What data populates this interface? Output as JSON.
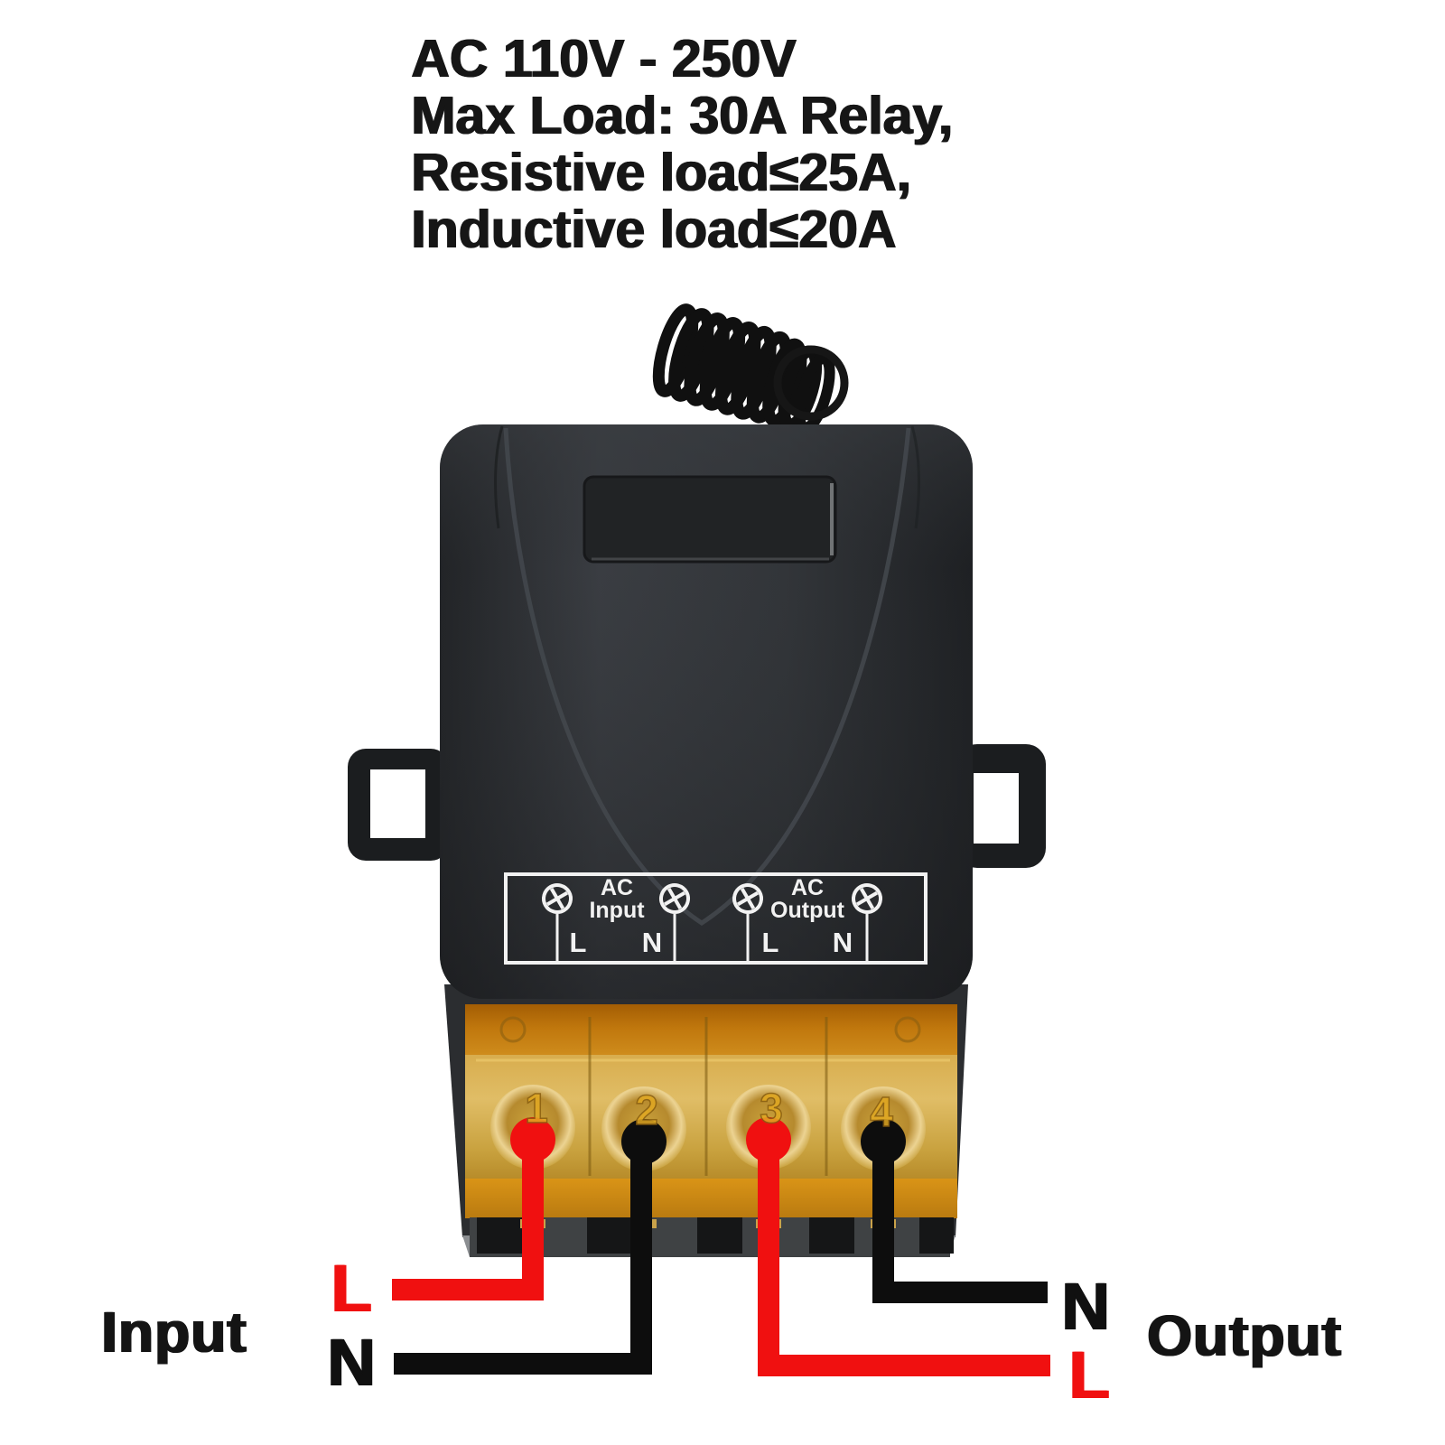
{
  "spec_text": {
    "lines": [
      "AC 110V - 250V",
      "Max Load: 30A Relay,",
      "Resistive load≤25A,",
      "Inductive load≤20A"
    ]
  },
  "device": {
    "panel": {
      "input": {
        "line1": "AC",
        "line2": "Input",
        "left_terminal": "L",
        "right_terminal": "N"
      },
      "output": {
        "line1": "AC",
        "line2": "Output",
        "left_terminal": "L",
        "right_terminal": "N"
      }
    },
    "terminal_numbers": [
      "1",
      "2",
      "3",
      "4"
    ]
  },
  "wiring": {
    "input": {
      "label": "Input",
      "live": "L",
      "neutral": "N"
    },
    "output": {
      "label": "Output",
      "live": "L",
      "neutral": "N"
    }
  },
  "icons": {
    "terminal_screw": "circle-with-phillips-cross",
    "antenna": "coil-spring"
  },
  "colors": {
    "background": "#ffffff",
    "case_body": "#2e3134",
    "panel_print": "#f2f2f2",
    "terminal_block_amber": "#c9a23f",
    "terminal_block_orange": "#c0770d",
    "live_wire_red": "#f01010",
    "neutral_wire_black": "#0d0d0d",
    "spec_text": "#161616"
  }
}
